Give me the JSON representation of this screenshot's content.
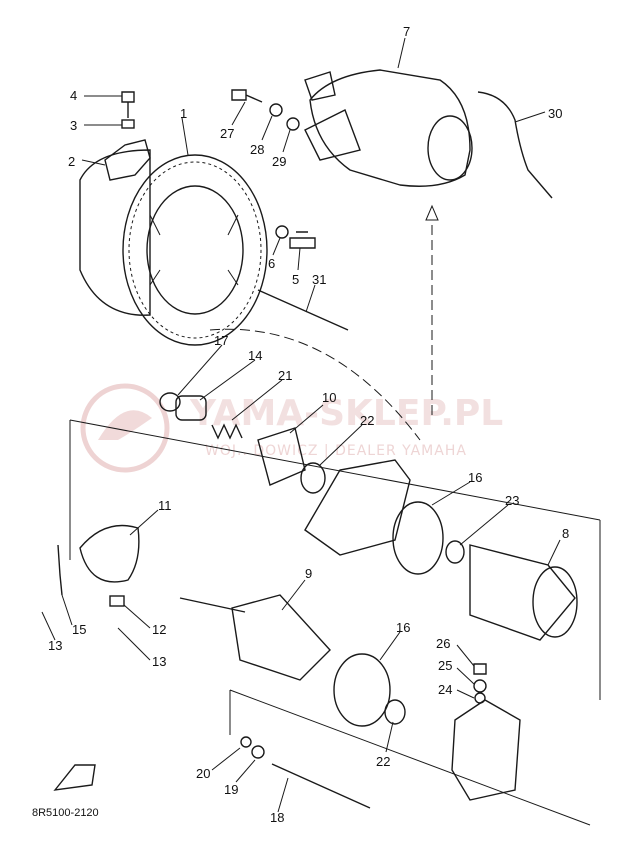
{
  "diagram": {
    "callouts": [
      {
        "id": "c1",
        "text": "1"
      },
      {
        "id": "c2",
        "text": "2"
      },
      {
        "id": "c3",
        "text": "3"
      },
      {
        "id": "c4",
        "text": "4"
      },
      {
        "id": "c5",
        "text": "5"
      },
      {
        "id": "c6",
        "text": "6"
      },
      {
        "id": "c7",
        "text": "7"
      },
      {
        "id": "c8",
        "text": "8"
      },
      {
        "id": "c9",
        "text": "9"
      },
      {
        "id": "c10",
        "text": "10"
      },
      {
        "id": "c11",
        "text": "11"
      },
      {
        "id": "c12",
        "text": "12"
      },
      {
        "id": "c13a",
        "text": "13"
      },
      {
        "id": "c13b",
        "text": "13"
      },
      {
        "id": "c14",
        "text": "14"
      },
      {
        "id": "c15",
        "text": "15"
      },
      {
        "id": "c16a",
        "text": "16"
      },
      {
        "id": "c16b",
        "text": "16"
      },
      {
        "id": "c17",
        "text": "17"
      },
      {
        "id": "c18",
        "text": "18"
      },
      {
        "id": "c19",
        "text": "19"
      },
      {
        "id": "c20",
        "text": "20"
      },
      {
        "id": "c21",
        "text": "21"
      },
      {
        "id": "c22a",
        "text": "22"
      },
      {
        "id": "c22b",
        "text": "22"
      },
      {
        "id": "c23",
        "text": "23"
      },
      {
        "id": "c24",
        "text": "24"
      },
      {
        "id": "c25",
        "text": "25"
      },
      {
        "id": "c26",
        "text": "26"
      },
      {
        "id": "c27",
        "text": "27"
      },
      {
        "id": "c28",
        "text": "28"
      },
      {
        "id": "c29",
        "text": "29"
      },
      {
        "id": "c30",
        "text": "30"
      },
      {
        "id": "c31",
        "text": "31"
      }
    ],
    "diagram_code": "8R5100-2120"
  },
  "watermark": {
    "main_text": "YAMA-SKLEP.PL",
    "sub_text": "WOJ.. DOWICZ | DEALER YAMAHA"
  },
  "colors": {
    "line": "#1a1a1a",
    "watermark": "#e3b5b5",
    "background": "#ffffff"
  }
}
